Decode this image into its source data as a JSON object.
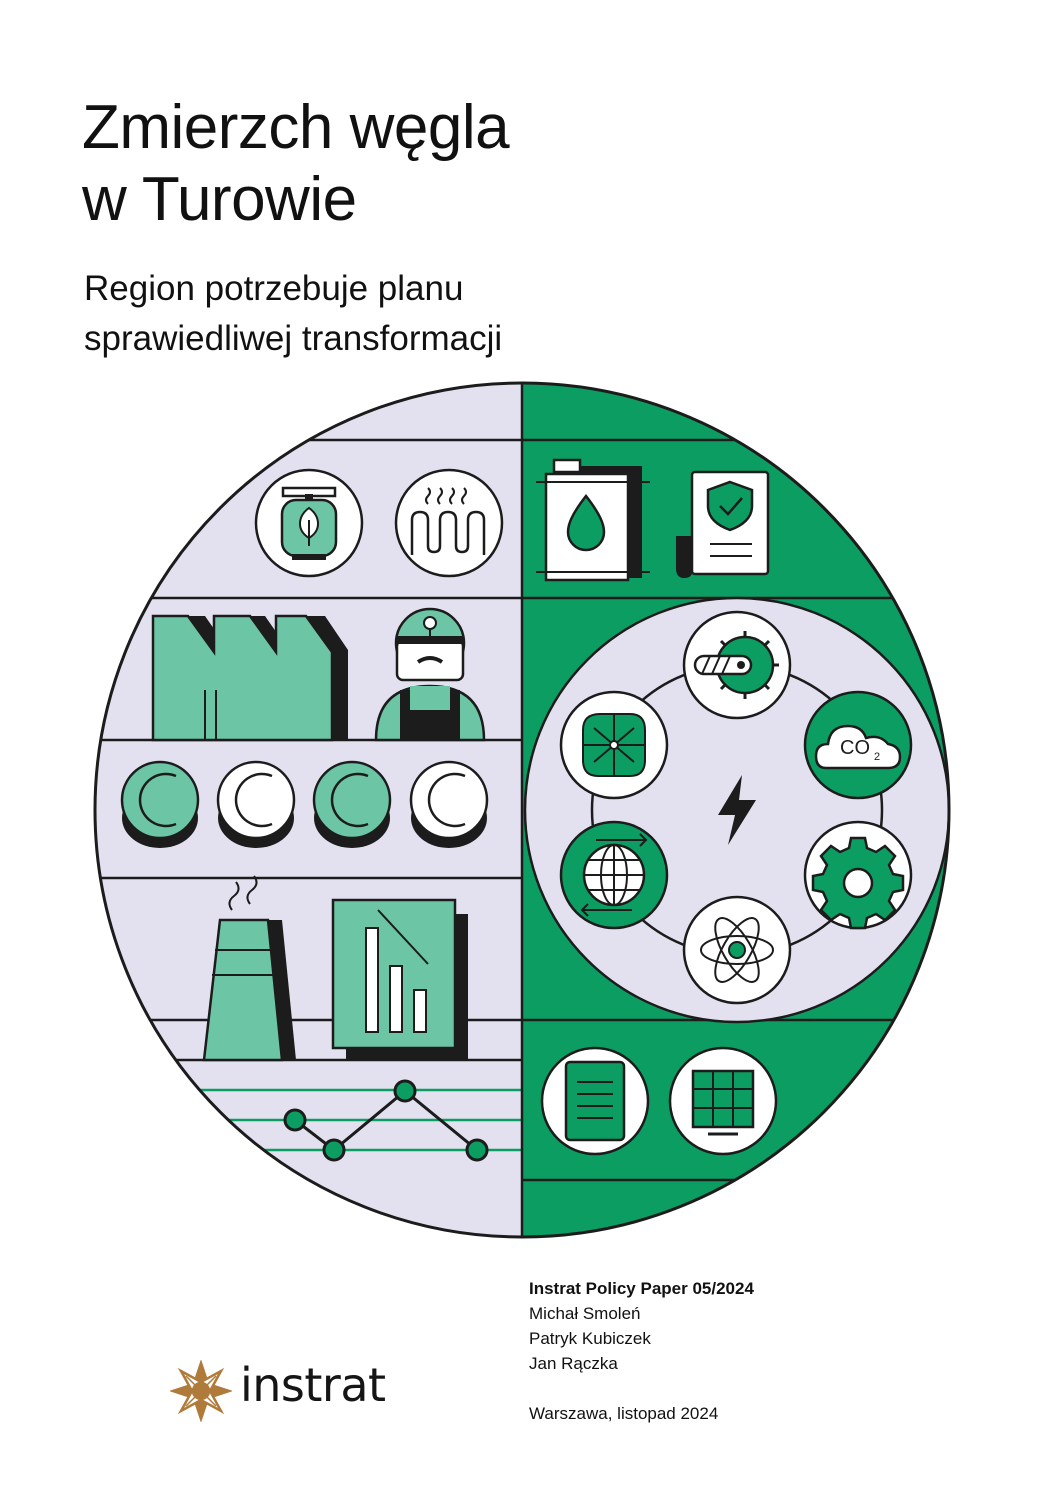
{
  "document": {
    "title_lines": [
      "Zmierzch węgla",
      "w Turowie"
    ],
    "subtitle_lines": [
      "Region potrzebuje planu",
      "sprawiedliwej transformacji"
    ]
  },
  "illustration": {
    "co2_label": "CO",
    "co2_subscript": "2",
    "colors": {
      "green_dark": "#0c9d62",
      "green_light": "#6cc5a4",
      "lavender": "#e3e1ef",
      "ink": "#1c1c1c"
    },
    "icons": [
      "gas-cylinder-leaf-icon",
      "radiator-heat-icon",
      "fuel-canister-drop-icon",
      "certificate-shield-icon",
      "factory-icon",
      "miner-worker-icon",
      "coins-icon",
      "cooling-tower-icon",
      "bar-chart-decline-icon",
      "line-graph-icon",
      "turbine-gear-icon",
      "co2-cloud-icon",
      "clover-leaves-icon",
      "globe-exchange-icon",
      "lightning-bolt-icon",
      "cog-icon",
      "atom-icon",
      "notepad-icon",
      "solar-panel-icon"
    ]
  },
  "meta": {
    "series": "Instrat Policy Paper 05/2024",
    "authors": [
      "Michał Smoleń",
      "Patryk Kubiczek",
      "Jan Rączka"
    ],
    "place_date": "Warszawa, listopad 2024"
  },
  "logo": {
    "wordmark": "instrat",
    "color": "#b07b3a"
  }
}
